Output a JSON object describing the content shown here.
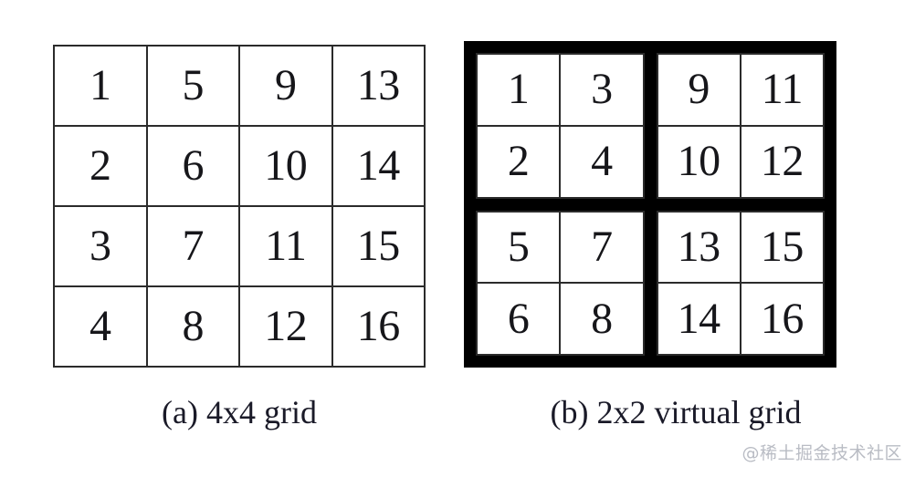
{
  "figure": {
    "panels": [
      {
        "id": "panel-a",
        "caption_tag": "(a)",
        "caption_text": "4x4 grid",
        "type": "plain-grid",
        "rows": 4,
        "cols": 4,
        "cells": [
          "1",
          "5",
          "9",
          "13",
          "2",
          "6",
          "10",
          "14",
          "3",
          "7",
          "11",
          "15",
          "4",
          "8",
          "12",
          "16"
        ]
      },
      {
        "id": "panel-b",
        "caption_tag": "(b)",
        "caption_text": "2x2 virtual grid",
        "type": "virtual-grid",
        "block_rows": 2,
        "block_cols": 2,
        "blocks": [
          {
            "id": "block-top-left",
            "cells": [
              "1",
              "3",
              "2",
              "4"
            ]
          },
          {
            "id": "block-top-right",
            "cells": [
              "9",
              "11",
              "10",
              "12"
            ]
          },
          {
            "id": "block-bottom-left",
            "cells": [
              "5",
              "7",
              "6",
              "8"
            ]
          },
          {
            "id": "block-bottom-right",
            "cells": [
              "13",
              "15",
              "14",
              "16"
            ]
          }
        ]
      }
    ]
  },
  "watermark": {
    "text": "@稀土掘金技术社区"
  },
  "colors": {
    "background": "#ffffff",
    "thin_line": "#2b2b2b",
    "thick_line": "#000000",
    "number_text": "#16161a",
    "caption_text": "#1a1a28",
    "watermark_text": "#b9bcc4"
  }
}
